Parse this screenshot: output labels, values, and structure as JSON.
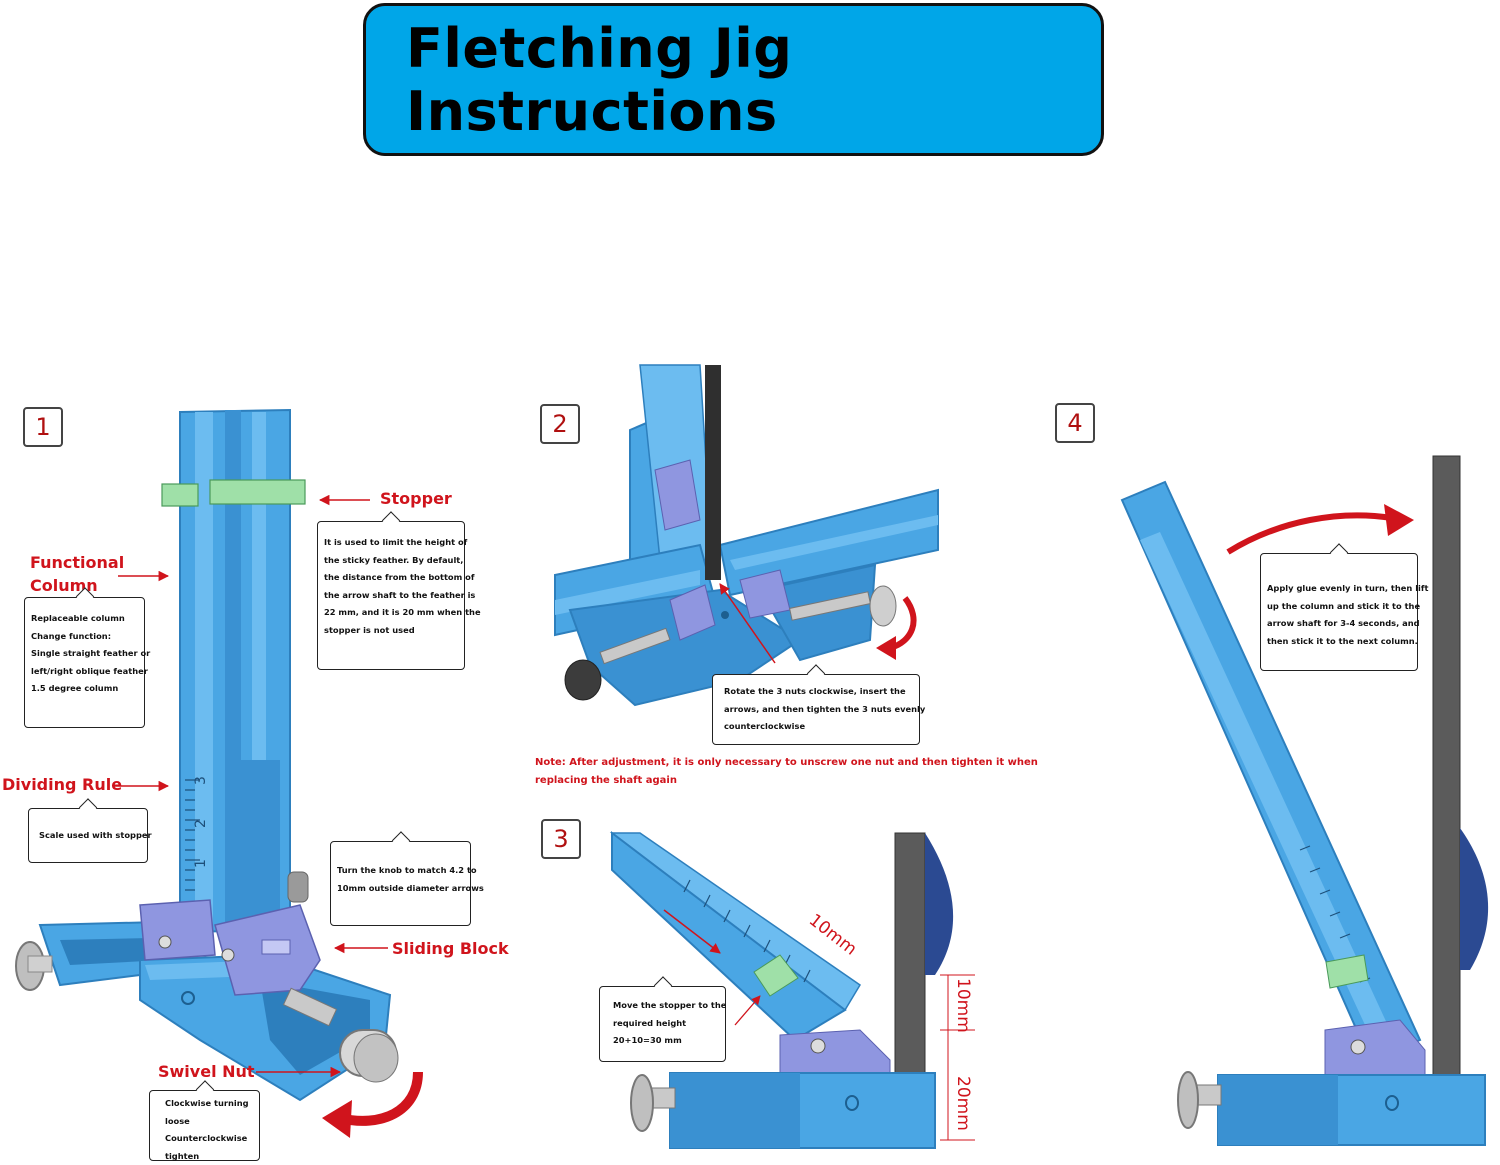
{
  "title": "Fletching Jig Instructions",
  "steps": [
    "1",
    "2",
    "3",
    "4"
  ],
  "labels": {
    "stopper": "Stopper",
    "functional_column_1": "Functional",
    "functional_column_2": "Column",
    "dividing_rule": "Dividing Rule",
    "sliding_block": "Sliding Block",
    "swivel_nut": "Swivel Nut"
  },
  "callouts": {
    "stopper": [
      "It is used to limit the height of",
      "the sticky feather. By default,",
      "the distance from the bottom of",
      "the arrow shaft to the feather is",
      "22 mm, and it is 20 mm when the",
      "stopper is not used"
    ],
    "column": [
      "Replaceable column",
      "Change function:",
      "Single straight feather or",
      "left/right oblique feather",
      "1.5 degree column"
    ],
    "rule": [
      "Scale used with stopper"
    ],
    "knob": [
      "Turn the knob to match 4.2 to",
      "10mm outside diameter arrows"
    ],
    "swivel": [
      "Clockwise turning",
      "loose",
      "Counterclockwise",
      "tighten"
    ],
    "nuts": [
      "Rotate the 3 nuts clockwise, insert the",
      "arrows, and then tighten the 3 nuts evenly",
      "counterclockwise"
    ],
    "stopper_move": [
      "Move the stopper to the",
      "required height",
      "20+10=30 mm"
    ],
    "glue": [
      "Apply glue evenly in turn, then lift",
      "up the column and stick it to the",
      "arrow shaft for 3-4 seconds, and",
      "then stick it to the next column."
    ]
  },
  "note": [
    "Note: After adjustment, it is only necessary to unscrew one nut and then tighten it when",
    "replacing the shaft again"
  ],
  "dimensions": {
    "slant": "10mm",
    "upper": "10mm",
    "lower": "20mm"
  },
  "scale_marks": [
    "3",
    "2",
    "1"
  ],
  "colors": {
    "title_bg": "#00a6e8",
    "jig_blue": "#4aa6e4",
    "jig_dark": "#2d7fbd",
    "accent_red": "#d0141c",
    "stopper_green": "#9fe0a8",
    "slider_purple": "#8f96e0",
    "shaft": "#5b5b5b"
  }
}
